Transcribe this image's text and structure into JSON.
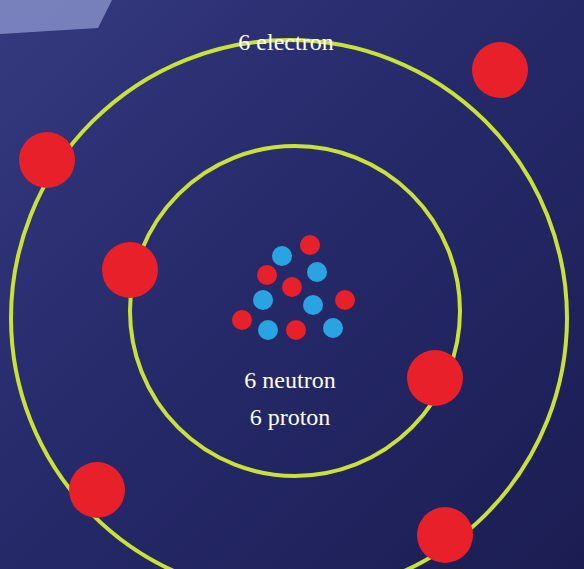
{
  "diagram": {
    "labels": [
      "6 electron",
      "6 neutron",
      "6 proton"
    ]
  }
}
